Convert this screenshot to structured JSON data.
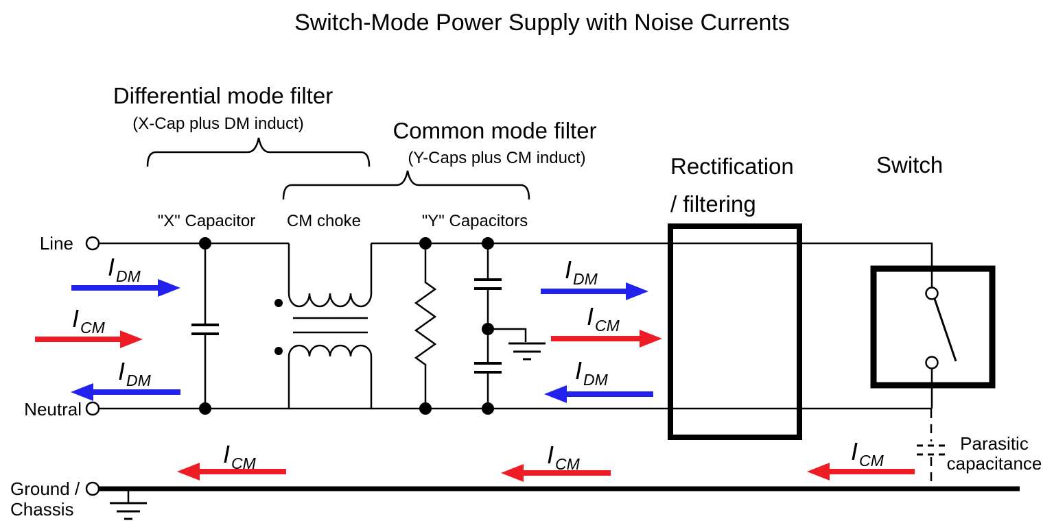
{
  "title": "Switch-Mode Power Supply with Noise Currents",
  "sections": {
    "dm_filter": {
      "title": "Differential mode filter",
      "subtitle": "(X-Cap plus DM induct)"
    },
    "cm_filter": {
      "title": "Common mode filter",
      "subtitle": "(Y-Caps plus CM induct)"
    },
    "rectification": {
      "line1": "Rectification",
      "line2": "/ filtering"
    },
    "switch": {
      "label": "Switch"
    }
  },
  "components": {
    "x_capacitor": "\"X\" Capacitor",
    "cm_choke": "CM choke",
    "y_capacitors": "\"Y\" Capacitors",
    "parasitic_line1": "Parasitic",
    "parasitic_line2": "capacitance"
  },
  "terminals": {
    "line": "Line",
    "neutral": "Neutral",
    "ground_line1": "Ground /",
    "ground_line2": "Chassis"
  },
  "currents": {
    "symbol": "I",
    "dm": "DM",
    "cm": "CM"
  },
  "colors": {
    "title_blue": "#2222EB",
    "dm_blue": "#2222EE",
    "cm_red": "#EE1C25",
    "wire_black": "#000000"
  }
}
